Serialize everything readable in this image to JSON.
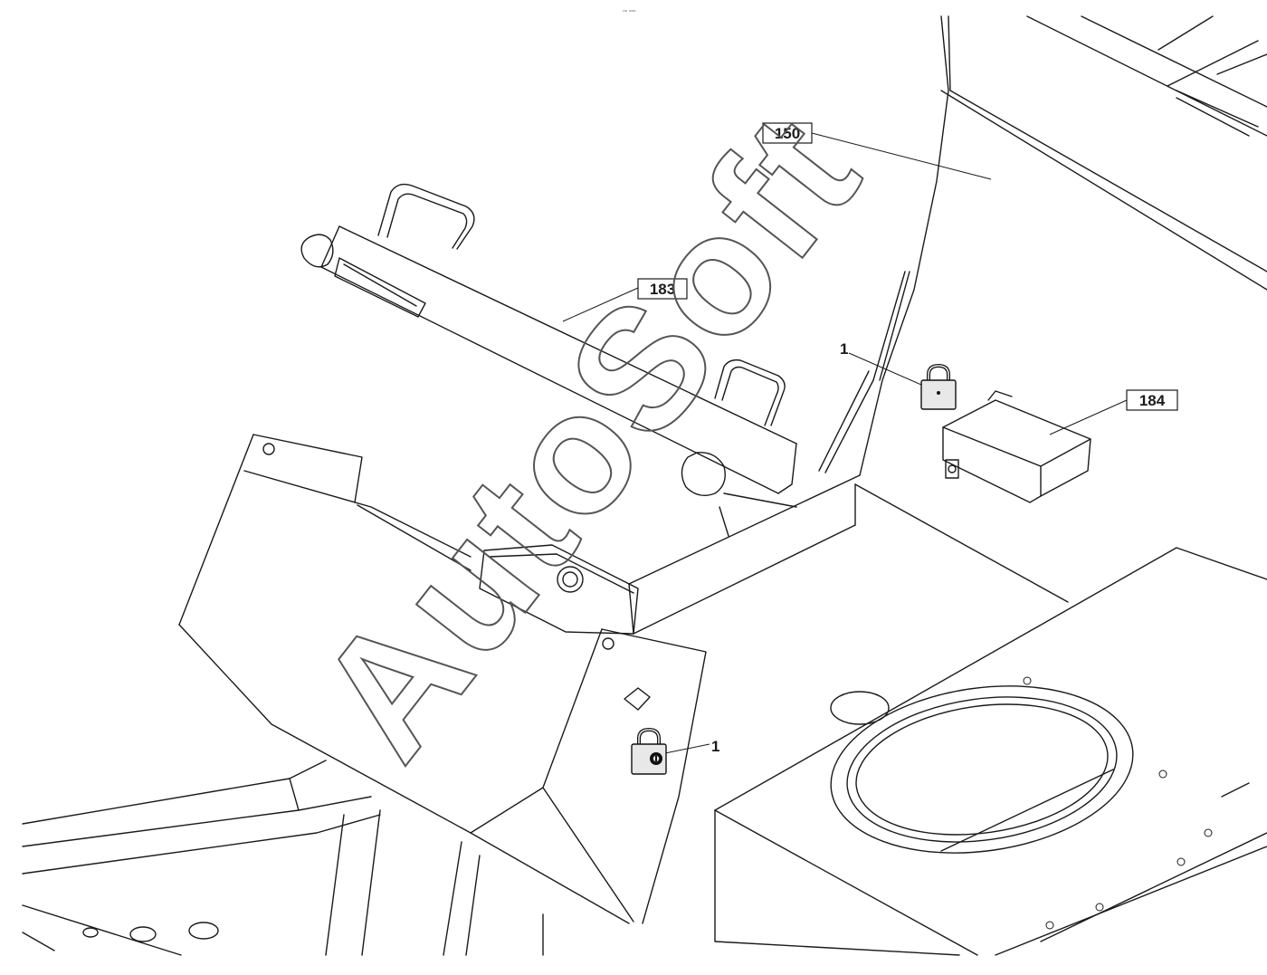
{
  "header_mark": "▫▫ ▫▫▫",
  "callouts": [
    {
      "id": "callout-150",
      "label": "150"
    },
    {
      "id": "callout-183",
      "label": "183"
    },
    {
      "id": "callout-184",
      "label": "184"
    },
    {
      "id": "callout-1-upper",
      "label": "1"
    },
    {
      "id": "callout-1-lower",
      "label": "1"
    }
  ],
  "watermark": "AutoSoft",
  "icons": {
    "lock_upper": "padlock-icon",
    "lock_lower": "padlock-icon"
  },
  "colors": {
    "line": "#1a1a1a",
    "background": "#ffffff"
  }
}
